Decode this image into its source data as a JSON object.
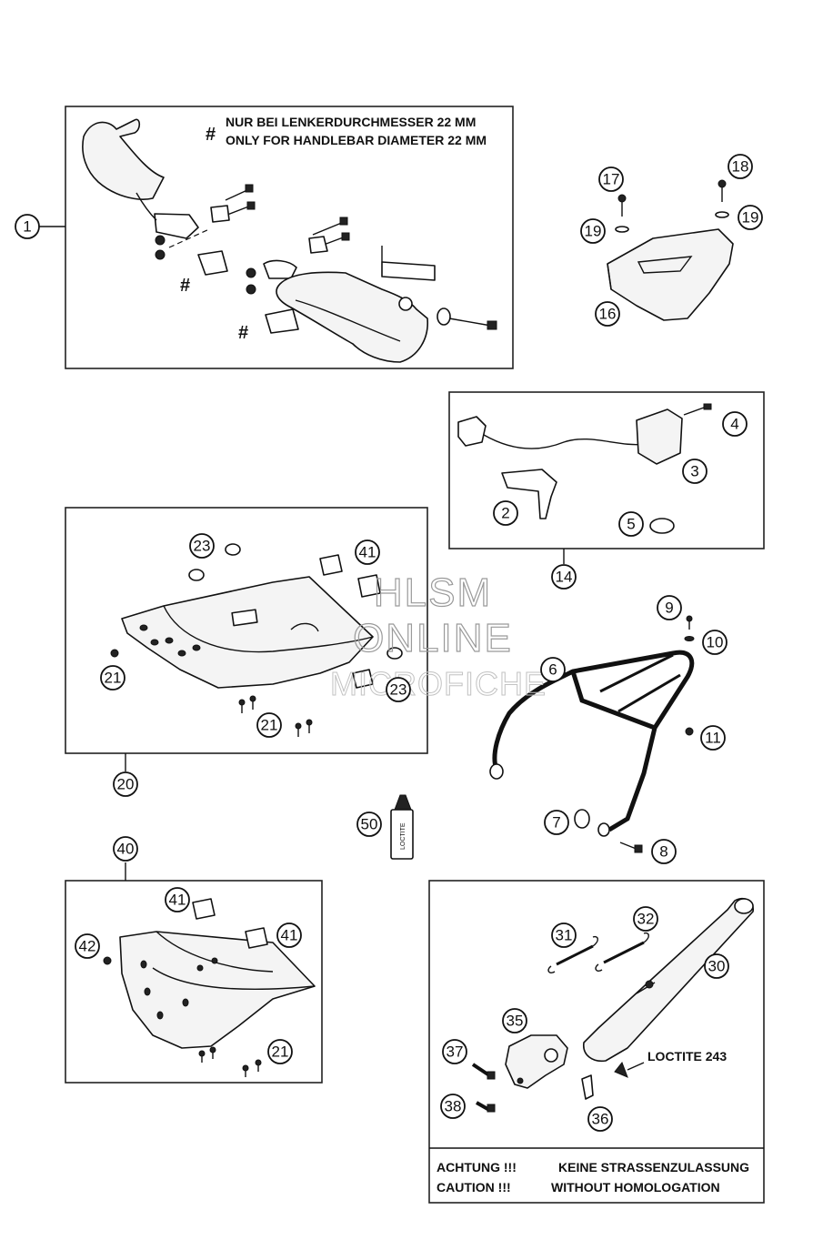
{
  "handguard_note": {
    "symbol": "#",
    "line1": "NUR BEI LENKERDURCHMESSER 22 MM",
    "line2": "ONLY FOR HANDLEBAR DIAMETER 22 MM"
  },
  "callouts": {
    "c1": "1",
    "c2": "2",
    "c3": "3",
    "c4": "4",
    "c5": "5",
    "c6": "6",
    "c7": "7",
    "c8": "8",
    "c9": "9",
    "c10": "10",
    "c11": "11",
    "c14": "14",
    "c16": "16",
    "c17": "17",
    "c18": "18",
    "c19a": "19",
    "c19b": "19",
    "c20": "20",
    "c21a": "21",
    "c21b": "21",
    "c21c": "21",
    "c23a": "23",
    "c23b": "23",
    "c30": "30",
    "c31": "31",
    "c32": "32",
    "c35": "35",
    "c36": "36",
    "c37": "37",
    "c38": "38",
    "c40": "40",
    "c41a": "41",
    "c41b": "41",
    "c41c": "41",
    "c42": "42",
    "c50": "50"
  },
  "loctite_label": "LOCTITE 243",
  "loctite_bottle_text": "LOCTITE",
  "warning": {
    "de_label": "ACHTUNG !!!",
    "de_text": "KEINE STRASSENZULASSUNG",
    "en_label": "CAUTION !!!",
    "en_text": "WITHOUT HOMOLOGATION"
  },
  "watermark": {
    "line1": "HLSM",
    "line2": "ONLINE",
    "line3": "MICROFICHE"
  }
}
